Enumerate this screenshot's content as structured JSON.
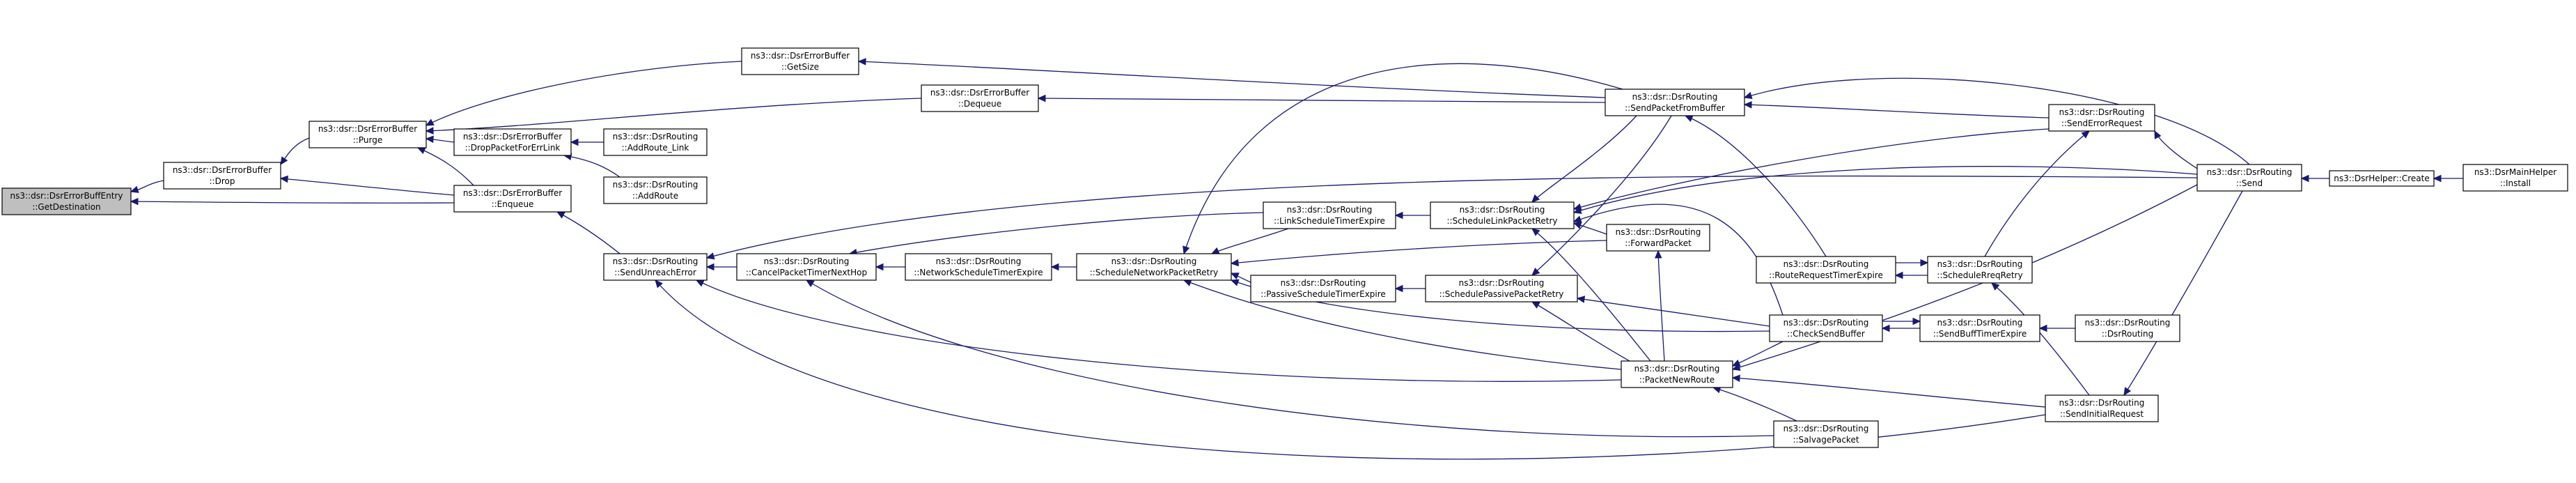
{
  "graph": {
    "colors": {
      "edge": "#191970",
      "node_border": "#000000",
      "root_fill": "#bfbfbf",
      "node_fill": "#ffffff"
    },
    "nodes": {
      "root": {
        "line1": "ns3::dsr::DsrErrorBuffEntry",
        "line2": "::GetDestination"
      },
      "drop": {
        "line1": "ns3::dsr::DsrErrorBuffer",
        "line2": "::Drop"
      },
      "purge": {
        "line1": "ns3::dsr::DsrErrorBuffer",
        "line2": "::Purge"
      },
      "getsize": {
        "line1": "ns3::dsr::DsrErrorBuffer",
        "line2": "::GetSize"
      },
      "dequeue": {
        "line1": "ns3::dsr::DsrErrorBuffer",
        "line2": "::Dequeue"
      },
      "droppacket": {
        "line1": "ns3::dsr::DsrErrorBuffer",
        "line2": "::DropPacketForErrLink"
      },
      "addroute_link": {
        "line1": "ns3::dsr::DsrRouting",
        "line2": "::AddRoute_Link"
      },
      "addroute": {
        "line1": "ns3::dsr::DsrRouting",
        "line2": "::AddRoute"
      },
      "enqueue": {
        "line1": "ns3::dsr::DsrErrorBuffer",
        "line2": "::Enqueue"
      },
      "sendunreach": {
        "line1": "ns3::dsr::DsrRouting",
        "line2": "::SendUnreachError"
      },
      "canceltimer": {
        "line1": "ns3::dsr::DsrRouting",
        "line2": "::CancelPacketTimerNextHop"
      },
      "netsched": {
        "line1": "ns3::dsr::DsrRouting",
        "line2": "::NetworkScheduleTimerExpire"
      },
      "schednet": {
        "line1": "ns3::dsr::DsrRouting",
        "line2": "::ScheduleNetworkPacketRetry"
      },
      "linksched": {
        "line1": "ns3::dsr::DsrRouting",
        "line2": "::LinkScheduleTimerExpire"
      },
      "passsched": {
        "line1": "ns3::dsr::DsrRouting",
        "line2": "::PassiveScheduleTimerExpire"
      },
      "schedlink": {
        "line1": "ns3::dsr::DsrRouting",
        "line2": "::ScheduleLinkPacketRetry"
      },
      "schedpass": {
        "line1": "ns3::dsr::DsrRouting",
        "line2": "::SchedulePassivePacketRetry"
      },
      "forward": {
        "line1": "ns3::dsr::DsrRouting",
        "line2": "::ForwardPacket"
      },
      "sendfrombuf": {
        "line1": "ns3::dsr::DsrRouting",
        "line2": "::SendPacketFromBuffer"
      },
      "routereq": {
        "line1": "ns3::dsr::DsrRouting",
        "line2": "::RouteRequestTimerExpire"
      },
      "checksend": {
        "line1": "ns3::dsr::DsrRouting",
        "line2": "::CheckSendBuffer"
      },
      "packetnew": {
        "line1": "ns3::dsr::DsrRouting",
        "line2": "::PacketNewRoute"
      },
      "salvage": {
        "line1": "ns3::dsr::DsrRouting",
        "line2": "::SalvagePacket"
      },
      "senderr": {
        "line1": "ns3::dsr::DsrRouting",
        "line2": "::SendErrorRequest"
      },
      "schedreq": {
        "line1": "ns3::dsr::DsrRouting",
        "line2": "::ScheduleRreqRetry"
      },
      "sendbuff": {
        "line1": "ns3::dsr::DsrRouting",
        "line2": "::SendBuffTimerExpire"
      },
      "dsrrouting": {
        "line1": "ns3::dsr::DsrRouting",
        "line2": "::DsrRouting"
      },
      "sendinit": {
        "line1": "ns3::dsr::DsrRouting",
        "line2": "::SendInitialRequest"
      },
      "send": {
        "line1": "ns3::dsr::DsrRouting",
        "line2": "::Send"
      },
      "create": {
        "line1": "ns3::DsrHelper::Create",
        "line2": ""
      },
      "install": {
        "line1": "ns3::DsrMainHelper",
        "line2": "::Install"
      }
    }
  }
}
